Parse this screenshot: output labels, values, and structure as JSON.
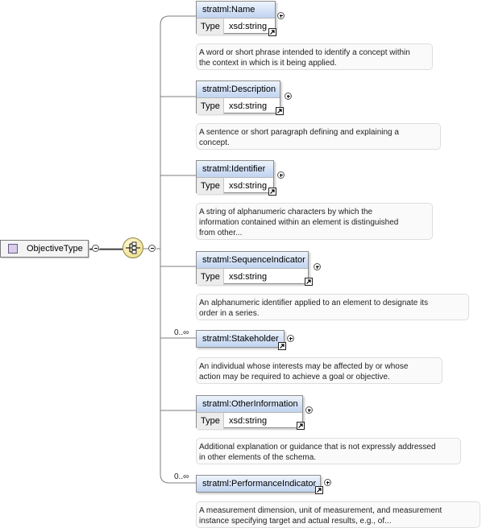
{
  "root": {
    "label": "ObjectiveType"
  },
  "elements": [
    {
      "name": "stratml:Name",
      "type_label": "Type",
      "type_value": "xsd:string",
      "occurrence": "",
      "documentation": [
        "A word or short phrase intended to identify a concept within",
        "the context in which is it being applied."
      ]
    },
    {
      "name": "stratml:Description",
      "type_label": "Type",
      "type_value": "xsd:string",
      "occurrence": "",
      "documentation": [
        "A sentence or short paragraph defining and explaining a",
        "concept."
      ]
    },
    {
      "name": "stratml:Identifier",
      "type_label": "Type",
      "type_value": "xsd:string",
      "occurrence": "",
      "documentation": [
        "A string of alphanumeric characters by which the",
        "information contained within an element is distinguished",
        "from other..."
      ]
    },
    {
      "name": "stratml:SequenceIndicator",
      "type_label": "Type",
      "type_value": "xsd:string",
      "occurrence": "",
      "documentation": [
        "An alphanumeric identifier applied to an element to designate its",
        "order in a series."
      ]
    },
    {
      "name": "stratml:Stakeholder",
      "type_label": "",
      "type_value": "",
      "occurrence": "0..∞",
      "documentation": [
        "An individual whose interests may be affected by or whose",
        "action may be required to achieve a goal or objective."
      ]
    },
    {
      "name": "stratml:OtherInformation",
      "type_label": "Type",
      "type_value": "xsd:string",
      "occurrence": "",
      "documentation": [
        "Additional explanation or guidance that is not expressly addressed",
        "in other elements of the schema."
      ]
    },
    {
      "name": "stratml:PerformanceIndicator",
      "type_label": "",
      "type_value": "",
      "occurrence": "0..∞",
      "documentation": [
        "A measurement dimension, unit of measurement, and measurement",
        "instance specifying target and actual results, e.g., of..."
      ]
    }
  ]
}
